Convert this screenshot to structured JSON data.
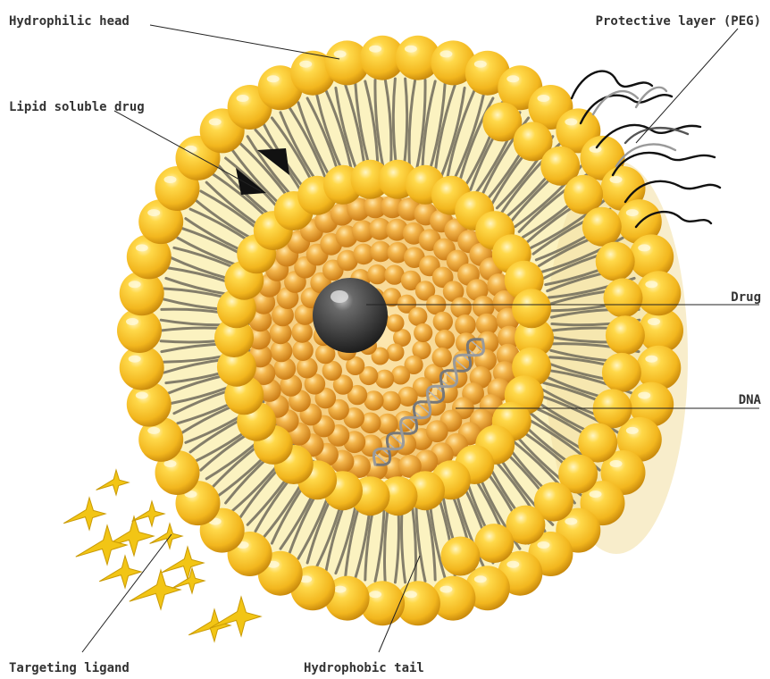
{
  "diagram": {
    "labels": {
      "hydrophilic_head": "Hydrophilic head",
      "protective_layer": "Protective layer (PEG)",
      "lipid_soluble_drug": "Lipid soluble drug",
      "drug": "Drug",
      "dna": "DNA",
      "targeting_ligand": "Targeting ligand",
      "hydrophobic_tail": "Hydrophobic tail"
    },
    "colors": {
      "head": "#F5C02A",
      "head_highlight": "#FFF4B8",
      "head_shadow": "#C98A0C",
      "inner_head": "#E89A2C",
      "tail": "#6E6A5A",
      "membrane_fill": "#FBF2C0",
      "core_fill": "#F6D48A",
      "drug_sphere": "#3A3A3A",
      "dna": "#8A8A8A",
      "ligand": "#F2C515",
      "peg": "#111111",
      "lipid_drug": "#111111"
    }
  }
}
